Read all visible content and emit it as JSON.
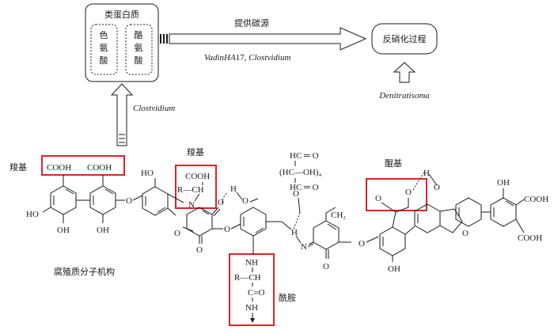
{
  "protein_box": {
    "title": "类蛋白质",
    "acid_left": [
      "色",
      "氨",
      "酸"
    ],
    "acid_right": [
      "酪",
      "氨",
      "酸"
    ]
  },
  "arrow_carbon": {
    "label": "提供碳源",
    "organisms_a": "VadinHA",
    "organisms_a_num": "17, ",
    "organisms_b": "Clostvidium"
  },
  "denitrification": {
    "label": "反硝化过程"
  },
  "denitri_organism": "Denitratisoma",
  "upward_organism": "Clostvidium",
  "molecule_caption": "腐殖质分子机构",
  "groups": {
    "carboxyl_left": "羧基",
    "carboxyl_mid": "羧基",
    "quinone": "醌基",
    "amide": "酰胺"
  },
  "chem": {
    "cooh": "COOH",
    "oh": "OH",
    "ho": "HO",
    "o": "O",
    "n": "N",
    "h": "H",
    "r_ch": "R—CH",
    "nh": "NH",
    "c_eq_o": "C=O",
    "ch2": "CH₂",
    "hc_o": "HC",
    "hcoh": "(HC—OH)₄",
    "h_c": "H",
    "nh_small": "NH",
    "r_small": "R—CH"
  },
  "colors": {
    "highlight": "#d9242a",
    "line": "#1a1a1a"
  }
}
